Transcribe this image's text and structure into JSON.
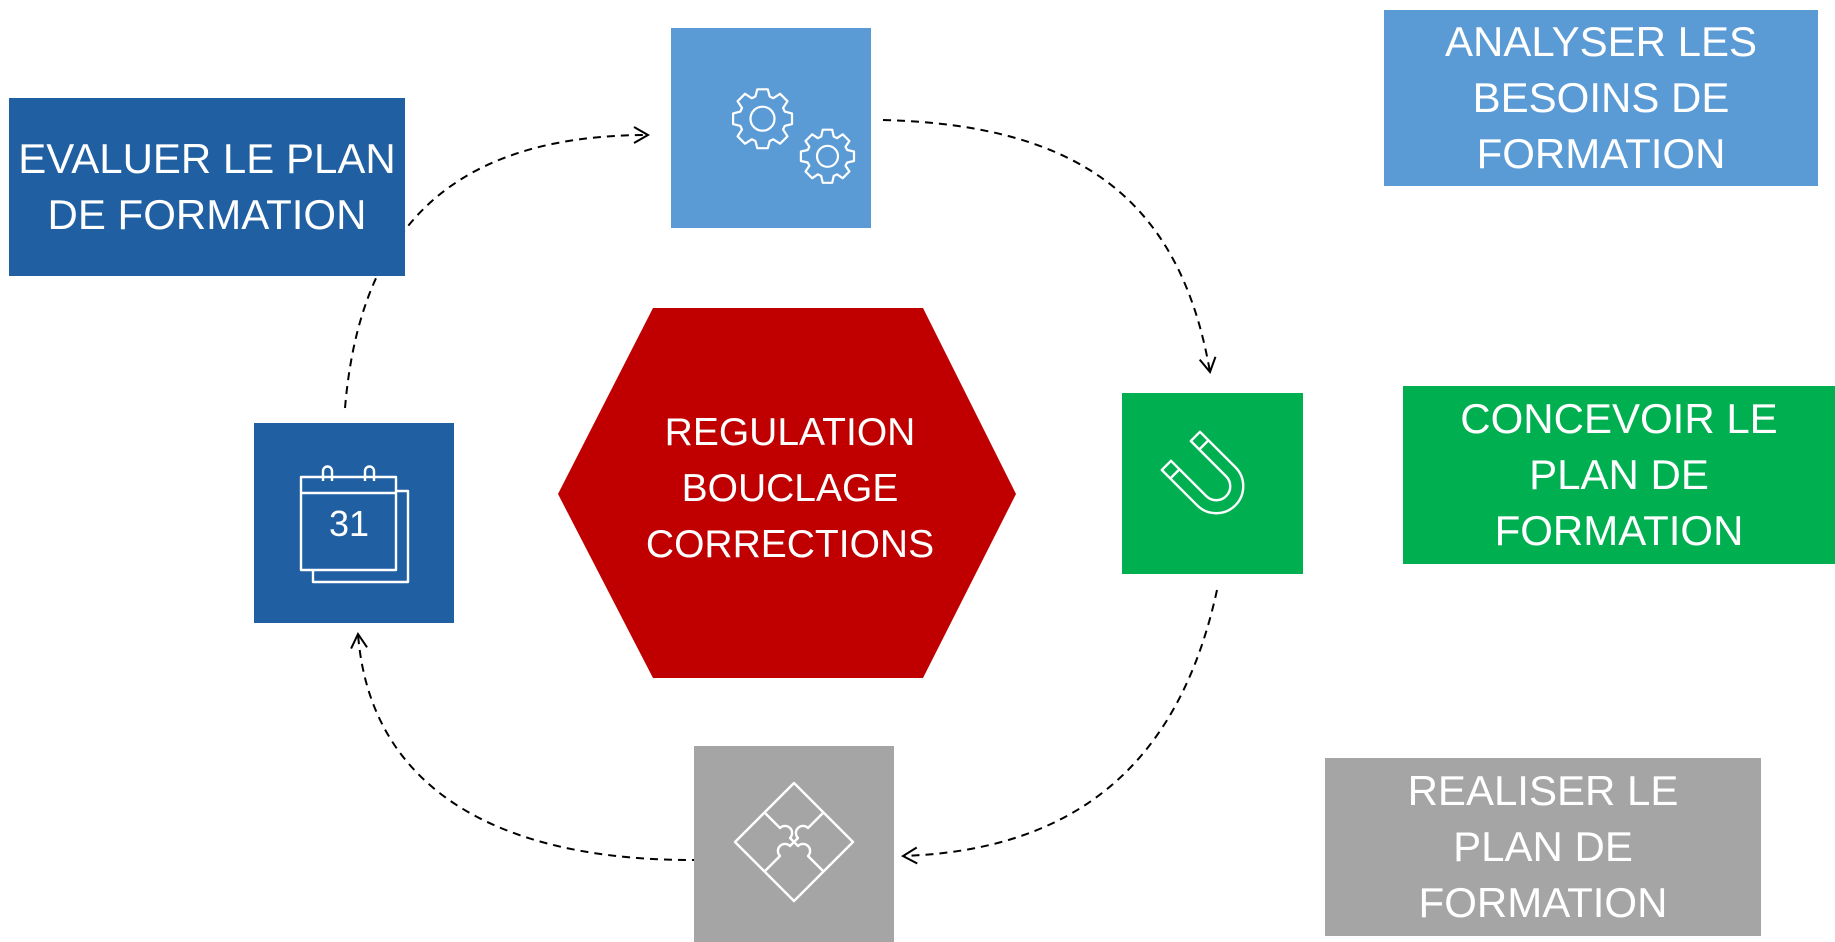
{
  "colors": {
    "dark_blue": "#1f5fa2",
    "light_blue": "#5b9bd5",
    "green": "#00b050",
    "gray": "#a5a5a5",
    "red": "#c00000",
    "connector": "#000000"
  },
  "center": {
    "lines": [
      "REGULATION",
      "BOUCLAGE",
      "CORRECTIONS"
    ]
  },
  "steps": {
    "analyser": {
      "lines": [
        "ANALYSER LES",
        "BESOINS DE",
        "FORMATION"
      ],
      "icon": "gears-icon"
    },
    "concevoir": {
      "lines": [
        "CONCEVOIR LE",
        "PLAN DE",
        "FORMATION"
      ],
      "icon": "magnet-icon"
    },
    "realiser": {
      "lines": [
        "REALISER LE",
        "PLAN DE",
        "FORMATION"
      ],
      "icon": "puzzle-icon"
    },
    "evaluer": {
      "lines": [
        "EVALUER LE PLAN",
        "DE FORMATION"
      ],
      "icon": "calendar-icon",
      "calendar_day": "31"
    }
  }
}
